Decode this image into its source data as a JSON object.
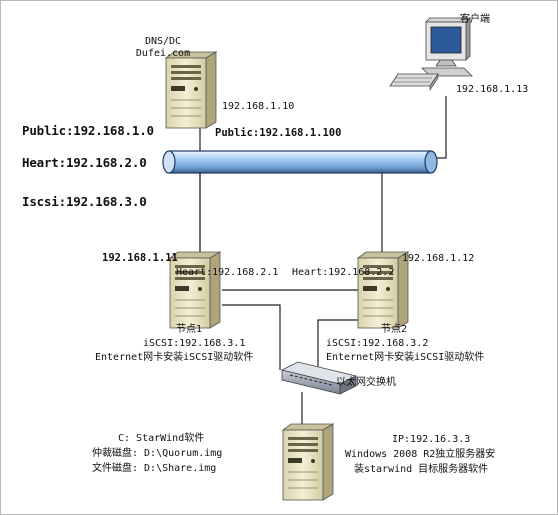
{
  "networks": {
    "public": "Public:192.168.1.0",
    "heart": "Heart:192.168.2.0",
    "iscsi": "Iscsi:192.168.3.0"
  },
  "dc": {
    "line1": "DNS/DC",
    "line2": "Dufei.com",
    "ip": "192.168.1.10",
    "cluster_ip": "Public:192.168.1.100"
  },
  "client": {
    "label": "客户端",
    "ip": "192.168.1.13"
  },
  "node1": {
    "public_ip": "192.168.1.11",
    "heart": "Heart:192.168.2.1",
    "name": "节点1",
    "iscsi": "iSCSI:192.168.3.1",
    "note": "Enternet网卡安装iSCSI驱动软件"
  },
  "node2": {
    "public_ip": "192.168.1.12",
    "heart": "Heart:192.168.2.2",
    "name": "节点2",
    "iscsi": "iSCSI:192.168.3.2",
    "note": "Enternet网卡安装iSCSI驱动软件"
  },
  "switch": {
    "label": "以太网交换机"
  },
  "storage": {
    "disk_c": "C: StarWind软件",
    "quorum": "仲裁磁盘: D:\\Quorum.img",
    "share": "文件磁盘: D:\\Share.img",
    "ip": "IP:192.16.3.3",
    "os_line1": "Windows 2008 R2独立服务器安",
    "os_line2": "装starwind 目标服务器软件"
  },
  "colors": {
    "pipe": "#9dc3ea",
    "pipe_edge": "#1f3c63",
    "server_body": "#e9e4c2",
    "server_side": "#b6ad82"
  }
}
